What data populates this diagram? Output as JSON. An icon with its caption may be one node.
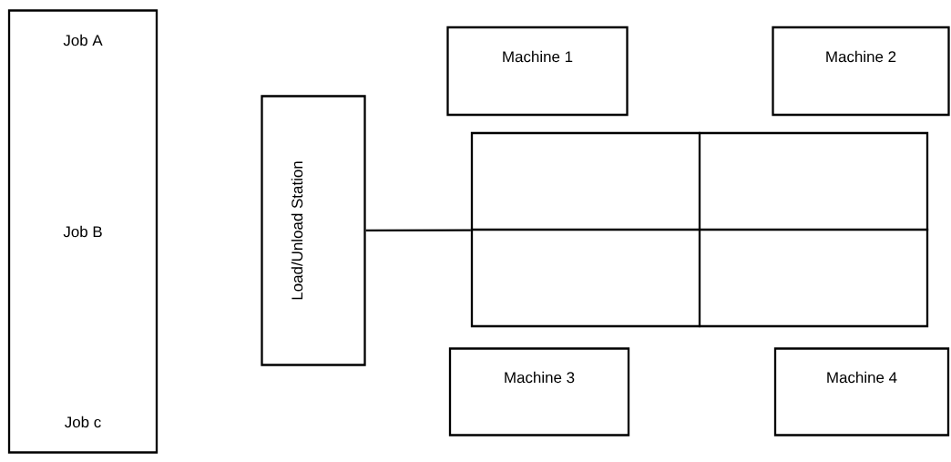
{
  "diagram": {
    "nodes": [
      {
        "text": [
          "Job A",
          "Job B",
          "Job c"
        ]
      },
      {
        "text": [
          "Load/Unload Station"
        ]
      },
      {
        "text": [
          "Machine 1"
        ]
      },
      {
        "text": [
          "Machine 2"
        ]
      },
      {
        "text": [
          "Machine 3"
        ]
      },
      {
        "text": [
          "Machine 4"
        ]
      },
      {
        "text": [],
        "shape": "box"
      }
    ],
    "edges": [
      {
        "from": 1,
        "to": 6,
        "arrow": "none"
      }
    ]
  }
}
